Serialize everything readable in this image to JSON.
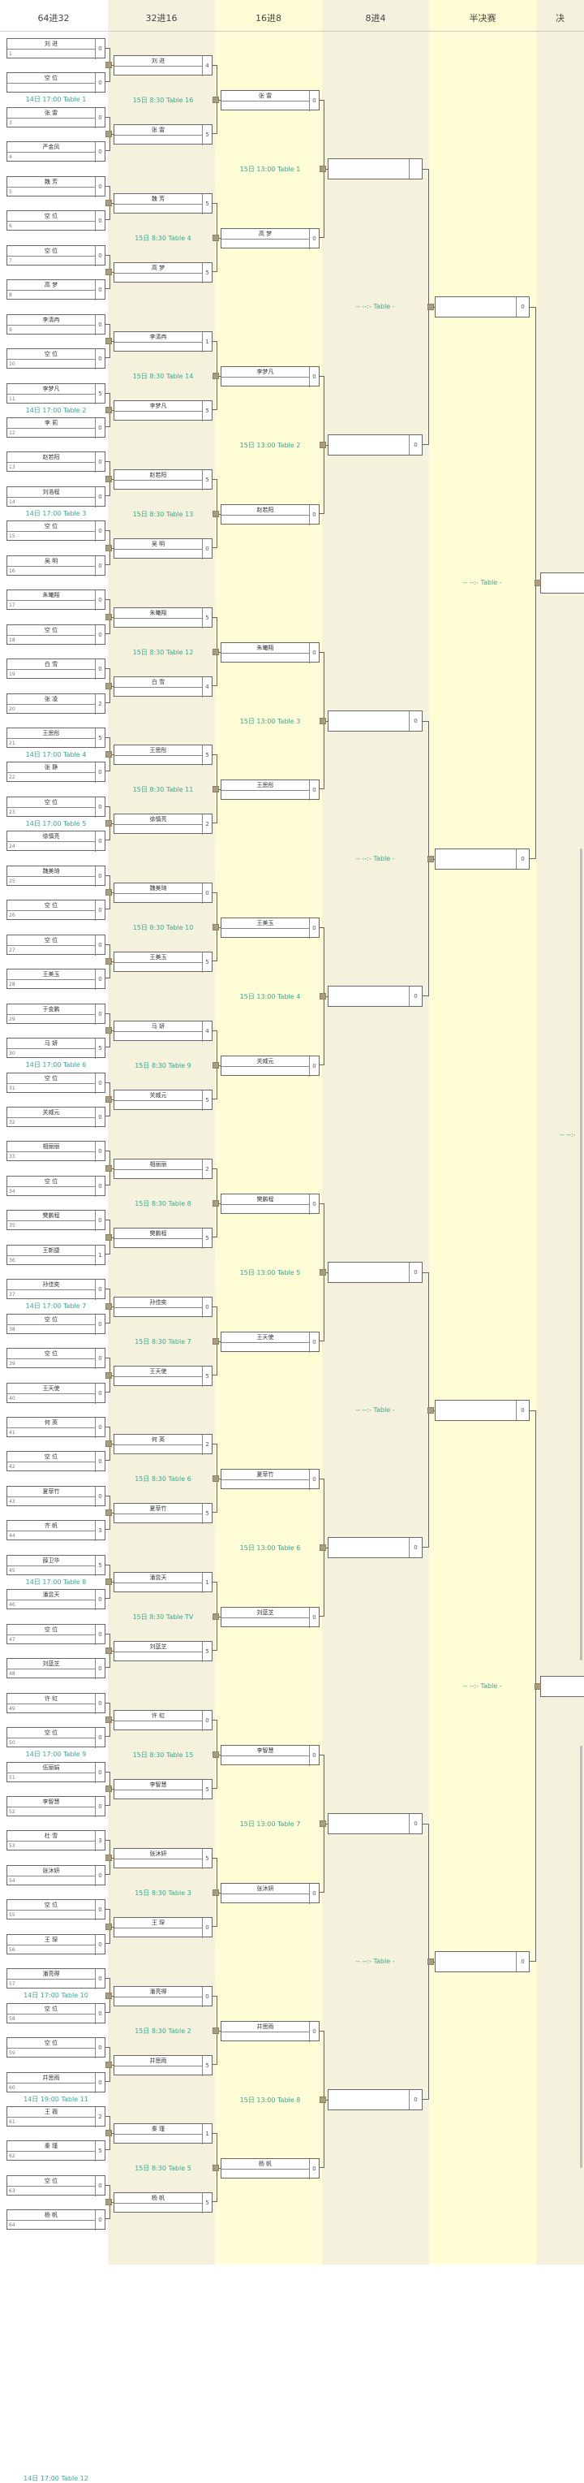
{
  "columns": [
    "64进32",
    "32进16",
    "16进8",
    "8进4",
    "半决赛",
    "决"
  ],
  "colors": {
    "col1": "#ffffff",
    "col2": "#f4f1dc",
    "col3": "#fffdd6",
    "col4": "#f4f1dc",
    "col5": "#fffdd6",
    "col6": "#f4f1dc",
    "info": "#39a98f"
  },
  "r64": [
    {
      "seed": "1",
      "name": "刘 进",
      "score": "0"
    },
    {
      "seed": "",
      "name": "空 位",
      "score": "0"
    },
    {
      "seed": "3",
      "name": "张 雷",
      "score": "0"
    },
    {
      "seed": "4",
      "name": "严金凤",
      "score": "0"
    },
    {
      "seed": "5",
      "name": "魏 芳",
      "score": "0"
    },
    {
      "seed": "6",
      "name": "空 位",
      "score": "0"
    },
    {
      "seed": "7",
      "name": "空 位",
      "score": "0"
    },
    {
      "seed": "8",
      "name": "高 梦",
      "score": "0"
    },
    {
      "seed": "9",
      "name": "李清冉",
      "score": "0"
    },
    {
      "seed": "10",
      "name": "空 位",
      "score": "0"
    },
    {
      "seed": "11",
      "name": "李梦凡",
      "score": "5"
    },
    {
      "seed": "12",
      "name": "李 莉",
      "score": "0"
    },
    {
      "seed": "13",
      "name": "赵若阳",
      "score": "0"
    },
    {
      "seed": "14",
      "name": "刘浩程",
      "score": "0"
    },
    {
      "seed": "15",
      "name": "空 位",
      "score": "0"
    },
    {
      "seed": "16",
      "name": "吴 明",
      "score": "0"
    },
    {
      "seed": "17",
      "name": "朱曦翔",
      "score": "0"
    },
    {
      "seed": "18",
      "name": "空 位",
      "score": "0"
    },
    {
      "seed": "19",
      "name": "白 雪",
      "score": "0"
    },
    {
      "seed": "20",
      "name": "张 凌",
      "score": "2"
    },
    {
      "seed": "21",
      "name": "王思彤",
      "score": "5"
    },
    {
      "seed": "22",
      "name": "张 静",
      "score": "0"
    },
    {
      "seed": "23",
      "name": "空 位",
      "score": "0"
    },
    {
      "seed": "24",
      "name": "徐慎亮",
      "score": "0"
    },
    {
      "seed": "25",
      "name": "魏美琦",
      "score": "0"
    },
    {
      "seed": "26",
      "name": "空 位",
      "score": "0"
    },
    {
      "seed": "27",
      "name": "空 位",
      "score": "0"
    },
    {
      "seed": "28",
      "name": "王美玉",
      "score": "0"
    },
    {
      "seed": "29",
      "name": "于金鹏",
      "score": "0"
    },
    {
      "seed": "30",
      "name": "马 妍",
      "score": "5"
    },
    {
      "seed": "31",
      "name": "空 位",
      "score": "0"
    },
    {
      "seed": "32",
      "name": "关威元",
      "score": "0"
    },
    {
      "seed": "33",
      "name": "相丽丽",
      "score": "0"
    },
    {
      "seed": "34",
      "name": "空 位",
      "score": "0"
    },
    {
      "seed": "35",
      "name": "樊鹏程",
      "score": "0"
    },
    {
      "seed": "36",
      "name": "王新捷",
      "score": "1"
    },
    {
      "seed": "37",
      "name": "孙佳奕",
      "score": "0"
    },
    {
      "seed": "38",
      "name": "空 位",
      "score": "0"
    },
    {
      "seed": "39",
      "name": "空 位",
      "score": "0"
    },
    {
      "seed": "40",
      "name": "王天使",
      "score": "0"
    },
    {
      "seed": "41",
      "name": "何 英",
      "score": "0"
    },
    {
      "seed": "42",
      "name": "空 位",
      "score": "0"
    },
    {
      "seed": "43",
      "name": "夏菲竹",
      "score": "0"
    },
    {
      "seed": "44",
      "name": "齐 帆",
      "score": "3"
    },
    {
      "seed": "45",
      "name": "薛卫华",
      "score": "5"
    },
    {
      "seed": "46",
      "name": "潘昱天",
      "score": "0"
    },
    {
      "seed": "47",
      "name": "空 位",
      "score": "0"
    },
    {
      "seed": "48",
      "name": "刘蓝芝",
      "score": "0"
    },
    {
      "seed": "49",
      "name": "许 虹",
      "score": "0"
    },
    {
      "seed": "50",
      "name": "空 位",
      "score": "0"
    },
    {
      "seed": "51",
      "name": "伍丽娟",
      "score": "0"
    },
    {
      "seed": "52",
      "name": "李智慧",
      "score": "0"
    },
    {
      "seed": "53",
      "name": "杜 雪",
      "score": "3"
    },
    {
      "seed": "54",
      "name": "张沐妍",
      "score": "0"
    },
    {
      "seed": "55",
      "name": "空 位",
      "score": "0"
    },
    {
      "seed": "56",
      "name": "王 琛",
      "score": "0"
    },
    {
      "seed": "57",
      "name": "潘亮得",
      "score": "0"
    },
    {
      "seed": "58",
      "name": "空 位",
      "score": "0"
    },
    {
      "seed": "59",
      "name": "空 位",
      "score": "0"
    },
    {
      "seed": "60",
      "name": "井思雨",
      "score": "0"
    },
    {
      "seed": "61",
      "name": "王 薇",
      "score": "2"
    },
    {
      "seed": "62",
      "name": "秦 瑾",
      "score": "5"
    },
    {
      "seed": "63",
      "name": "空 位",
      "score": "0"
    },
    {
      "seed": "64",
      "name": "杨 帆",
      "score": "0"
    }
  ],
  "r64_info": [
    "",
    "14日 17:00 Table 1",
    "",
    "",
    "",
    "",
    "",
    "",
    "",
    "",
    "14日 17:00 Table 2",
    "",
    "",
    "14日 17:00 Table 3",
    "",
    "",
    "",
    "",
    "",
    "",
    "14日 17:00 Table 4",
    "",
    "14日 17:00 Table 5",
    "",
    "",
    "",
    "",
    "",
    "",
    "14日 17:00 Table 6",
    "",
    "",
    "",
    "",
    "",
    "",
    "14日 17:00 Table 7",
    "",
    "",
    "",
    "",
    "",
    "",
    "",
    "14日 17:00 Table 8",
    "",
    "",
    "",
    "",
    "14日 17:00 Table 9",
    "",
    "",
    "",
    "",
    "",
    "",
    "14日 17:00 Table 10",
    "",
    "",
    "14日 19:00 Table 11",
    "",
    "",
    "",
    "",
    "",
    "",
    "",
    "",
    "",
    "",
    "14日 17:00 Table 12",
    "",
    ""
  ],
  "r32": [
    {
      "name": "刘 进",
      "score": "4"
    },
    {
      "name": "张 雷",
      "score": "5"
    },
    {
      "name": "魏 芳",
      "score": "5"
    },
    {
      "name": "高 梦",
      "score": "5"
    },
    {
      "name": "李清冉",
      "score": "1"
    },
    {
      "name": "李梦凡",
      "score": "5"
    },
    {
      "name": "赵若阳",
      "score": "5"
    },
    {
      "name": "吴 明",
      "score": "0"
    },
    {
      "name": "朱曦翔",
      "score": "5"
    },
    {
      "name": "白 雪",
      "score": "4"
    },
    {
      "name": "王思彤",
      "score": "5"
    },
    {
      "name": "徐慎亮",
      "score": "2"
    },
    {
      "name": "魏美琦",
      "score": "0"
    },
    {
      "name": "王美玉",
      "score": "5"
    },
    {
      "name": "马 妍",
      "score": "4"
    },
    {
      "name": "关威元",
      "score": "5"
    },
    {
      "name": "相丽丽",
      "score": "2"
    },
    {
      "name": "樊鹏程",
      "score": "5"
    },
    {
      "name": "孙佳奕",
      "score": "0"
    },
    {
      "name": "王天使",
      "score": "5"
    },
    {
      "name": "何 英",
      "score": "2"
    },
    {
      "name": "夏菲竹",
      "score": "5"
    },
    {
      "name": "潘昱天",
      "score": "1"
    },
    {
      "name": "刘蓝芝",
      "score": "5"
    },
    {
      "name": "许 虹",
      "score": "0"
    },
    {
      "name": "李智慧",
      "score": "5"
    },
    {
      "name": "张沐妍",
      "score": "5"
    },
    {
      "name": "王 琛",
      "score": "0"
    },
    {
      "name": "潘亮得",
      "score": "0"
    },
    {
      "name": "井思雨",
      "score": "5"
    },
    {
      "name": "秦 瑾",
      "score": "1"
    },
    {
      "name": "杨 帆",
      "score": "5"
    }
  ],
  "r32_info": [
    "15日 8:30 Table 16",
    "15日 8:30 Table 4",
    "15日 8:30 Table 14",
    "15日 8:30 Table 13",
    "15日 8:30 Table 12",
    "15日 8:30 Table 11",
    "15日 8:30 Table 10",
    "15日 8:30 Table 9",
    "15日 8:30 Table 8",
    "15日 8:30 Table 7",
    "15日 8:30 Table 6",
    "15日 8:30 Table TV",
    "15日 8:30 Table 15",
    "15日 8:30 Table 3",
    "15日 8:30 Table 2",
    "15日 8:30 Table 5"
  ],
  "r16": [
    {
      "name": "张 雷",
      "score": "0"
    },
    {
      "name": "高 梦",
      "score": "0"
    },
    {
      "name": "李梦凡",
      "score": "0"
    },
    {
      "name": "赵若阳",
      "score": "0"
    },
    {
      "name": "朱曦翔",
      "score": "0"
    },
    {
      "name": "王思彤",
      "score": "0"
    },
    {
      "name": "王美玉",
      "score": "0"
    },
    {
      "name": "关威元",
      "score": "0"
    },
    {
      "name": "樊鹏程",
      "score": "0"
    },
    {
      "name": "王天使",
      "score": "0"
    },
    {
      "name": "夏菲竹",
      "score": "0"
    },
    {
      "name": "刘蓝芝",
      "score": "0"
    },
    {
      "name": "李智慧",
      "score": "0"
    },
    {
      "name": "张沐妍",
      "score": "0"
    },
    {
      "name": "井思雨",
      "score": "0"
    },
    {
      "name": "杨 帆",
      "score": "0"
    }
  ],
  "r16_info": [
    "15日 13:00 Table 1",
    "15日 13:00 Table 2",
    "15日 13:00 Table 3",
    "15日 13:00 Table 4",
    "15日 13:00 Table 5",
    "15日 13:00 Table 6",
    "15日 13:00 Table 7",
    "15日 13:00 Table 8"
  ],
  "r8": [
    {
      "name": "",
      "score": ""
    },
    {
      "name": "",
      "score": "0"
    },
    {
      "name": "",
      "score": "0"
    },
    {
      "name": "",
      "score": "0"
    },
    {
      "name": "",
      "score": "0"
    },
    {
      "name": "",
      "score": "0"
    },
    {
      "name": "",
      "score": "0"
    },
    {
      "name": "",
      "score": "0"
    }
  ],
  "r8_info": [
    "--  --:-  Table -",
    "--  --:-  Table -",
    "--  --:-  Table -",
    "--  --:-  Table -"
  ],
  "r4": [
    {
      "score": "0"
    },
    {
      "score": "0"
    },
    {
      "score": "0"
    },
    {
      "score": "0"
    }
  ],
  "r4_info": [
    "--  --:-  Table -",
    "--  --:-  Table -"
  ],
  "final_info": "--  --:-"
}
